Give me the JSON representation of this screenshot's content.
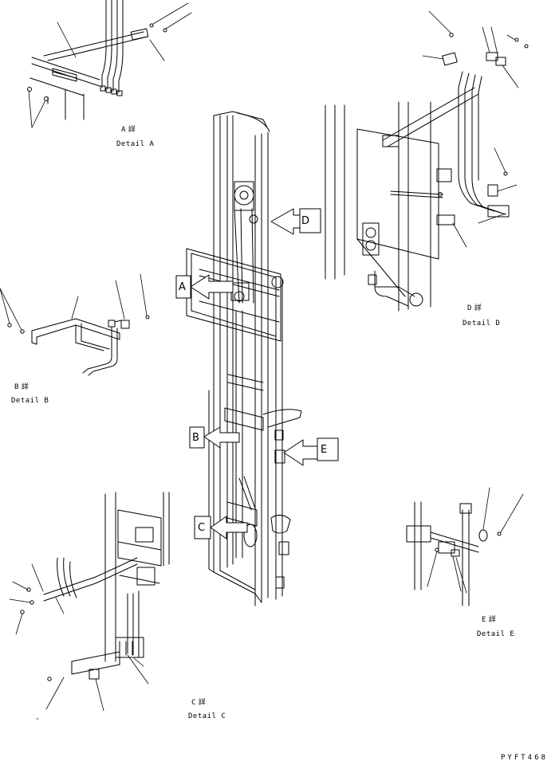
{
  "details": [
    {
      "id": "a",
      "letter": "A",
      "glyph": "詳",
      "label": "Detail A"
    },
    {
      "id": "b",
      "letter": "B",
      "glyph": "詳",
      "label": "Detail B"
    },
    {
      "id": "c",
      "letter": "C",
      "glyph": "詳",
      "label": "Detail C"
    },
    {
      "id": "d",
      "letter": "D",
      "glyph": "詳",
      "label": "Detail D"
    },
    {
      "id": "e",
      "letter": "E",
      "glyph": "詳",
      "label": "Detail E"
    }
  ],
  "view_tags": {
    "a": "A",
    "b": "B",
    "c": "C",
    "d": "D",
    "e": "E"
  },
  "sheet_code": "PYFT468"
}
